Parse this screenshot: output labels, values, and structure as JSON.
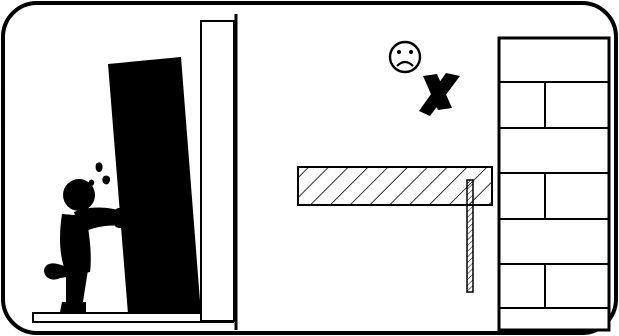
{
  "illustration": {
    "left_panel": {
      "figure": "person-pushing-door",
      "effort_marks": "sweat-drops",
      "object": "door-panel"
    },
    "right_panel": {
      "sad_face_icon": "frowning-face-icon",
      "cross_mark_icon": "x-mark-icon",
      "beam": "hatched-beam",
      "support_rod": "hatched-rod",
      "wall": "brick-wall"
    }
  }
}
